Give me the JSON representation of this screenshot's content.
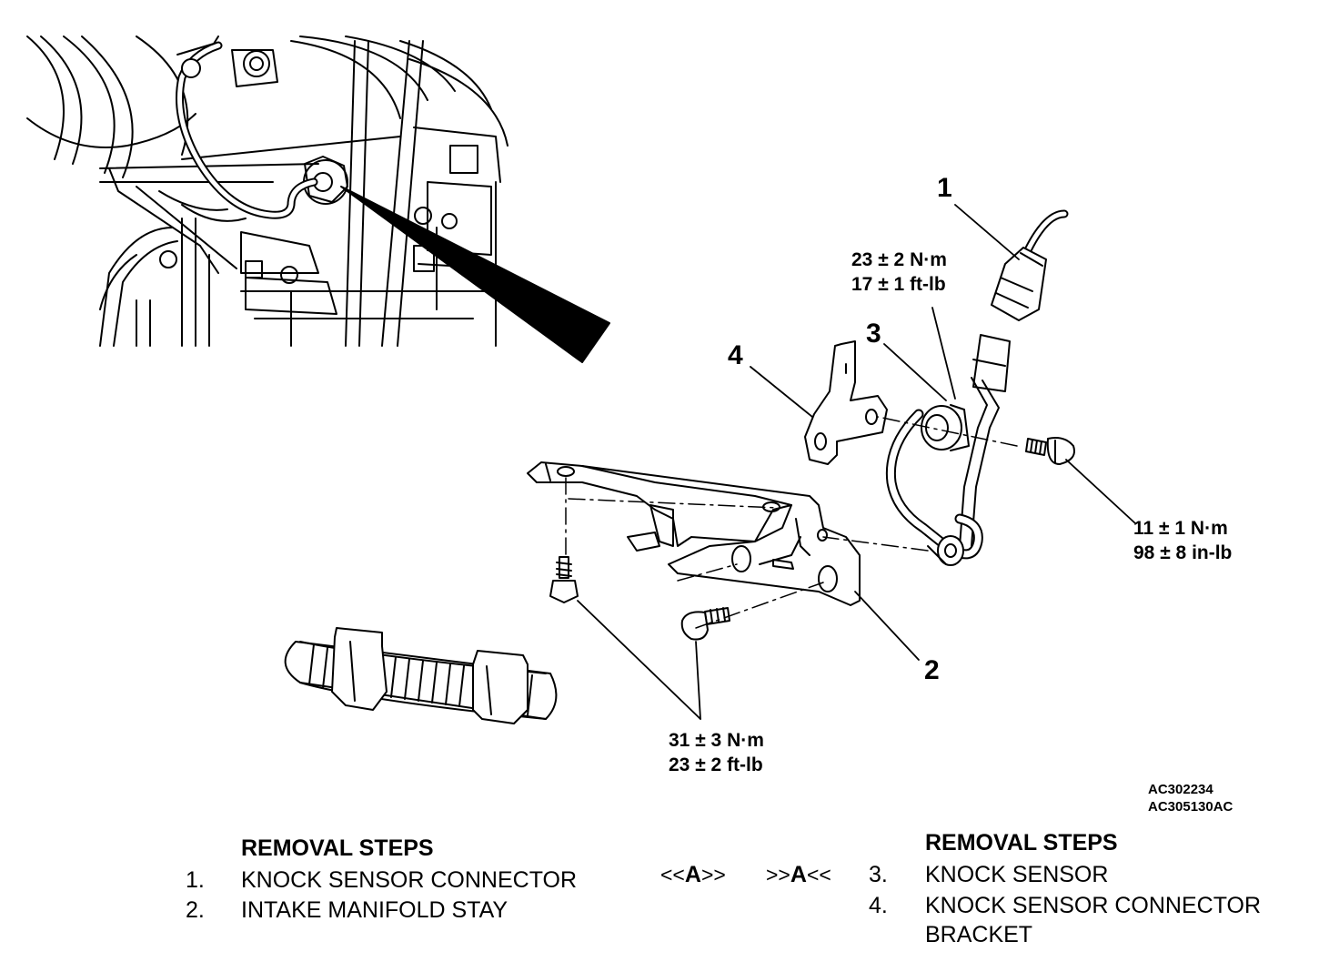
{
  "callouts": [
    "1",
    "2",
    "3",
    "4"
  ],
  "torque": {
    "sensor": [
      "23 ± 2 N·m",
      "17 ± 1 ft-lb"
    ],
    "bracket_bolt": [
      "11 ± 1 N·m",
      "98 ± 8 in-lb"
    ],
    "stay_bolts": [
      "31 ± 3 N·m",
      "23 ± 2 ft-lb"
    ]
  },
  "figure_codes": [
    "AC302234",
    "AC305130AC"
  ],
  "left_steps": {
    "title": "REMOVAL STEPS",
    "items": [
      {
        "num": "1.",
        "text": "KNOCK SENSOR CONNECTOR"
      },
      {
        "num": "2.",
        "text": "INTAKE MANIFOLD STAY"
      }
    ]
  },
  "notes": {
    "installation": {
      "open": "<<",
      "letter": "A",
      "close": ">>"
    },
    "removal": {
      "open": ">>",
      "letter": "A",
      "close": "<<"
    }
  },
  "right_steps": {
    "title": "REMOVAL STEPS",
    "items": [
      {
        "num": "3.",
        "text": "KNOCK SENSOR"
      },
      {
        "num": "4.",
        "text": "KNOCK SENSOR CONNECTOR",
        "text2": "BRACKET"
      }
    ]
  }
}
